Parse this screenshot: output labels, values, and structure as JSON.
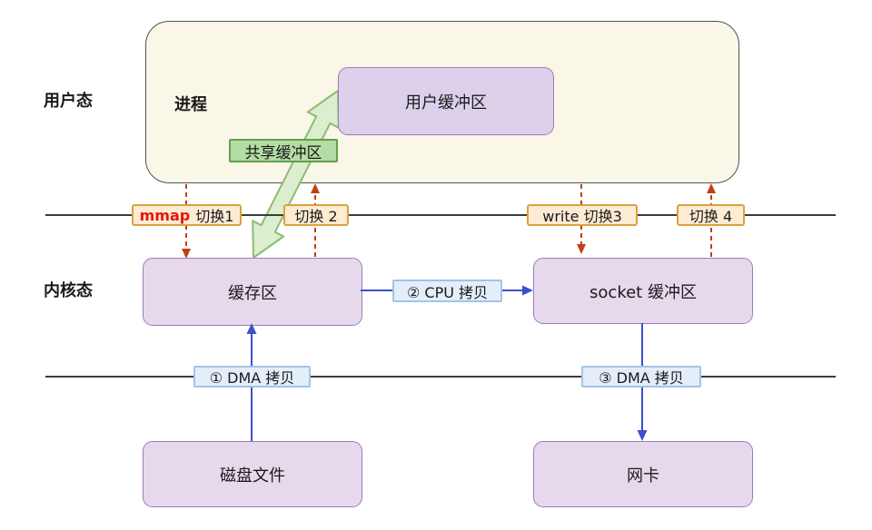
{
  "regions": {
    "user_mode": "用户态",
    "kernel_mode": "内核态"
  },
  "boxes": {
    "process": "进程",
    "user_buffer": "用户缓冲区",
    "kernel_buffer": "缓存区",
    "socket_buffer": "socket 缓冲区",
    "disk_file": "磁盘文件",
    "nic": "网卡"
  },
  "labels": {
    "shared_buffer": "共享缓冲区",
    "switch1_prefix": "mmap",
    "switch1_suffix": "切换1",
    "switch2": "切换 2",
    "switch3": "write 切换3",
    "switch4": "切换 4",
    "cpu_copy": "② CPU 拷贝",
    "dma_copy_1": "① DMA 拷贝",
    "dma_copy_3": "③ DMA 拷贝"
  },
  "colors": {
    "process_box_fill": "#faf6e8",
    "purple_box_fill": "#e6d9ec",
    "purple_box_border": "#9d7cba",
    "orange_tag_fill": "#fdebd3",
    "orange_tag_border": "#d9a23e",
    "blue_tag_fill": "#e3eefa",
    "blue_tag_border": "#a3c3e6",
    "green_tag_fill": "#b4dca4",
    "green_tag_border": "#619f4c",
    "green_arrow_fill": "#dcedd0",
    "green_arrow_border": "#8cbd6e",
    "dashed_arrow": "#bf4012",
    "blue_arrow": "#3b50ce",
    "boundary_line": "#3c3c3c",
    "mmap_text": "#e8150d"
  }
}
